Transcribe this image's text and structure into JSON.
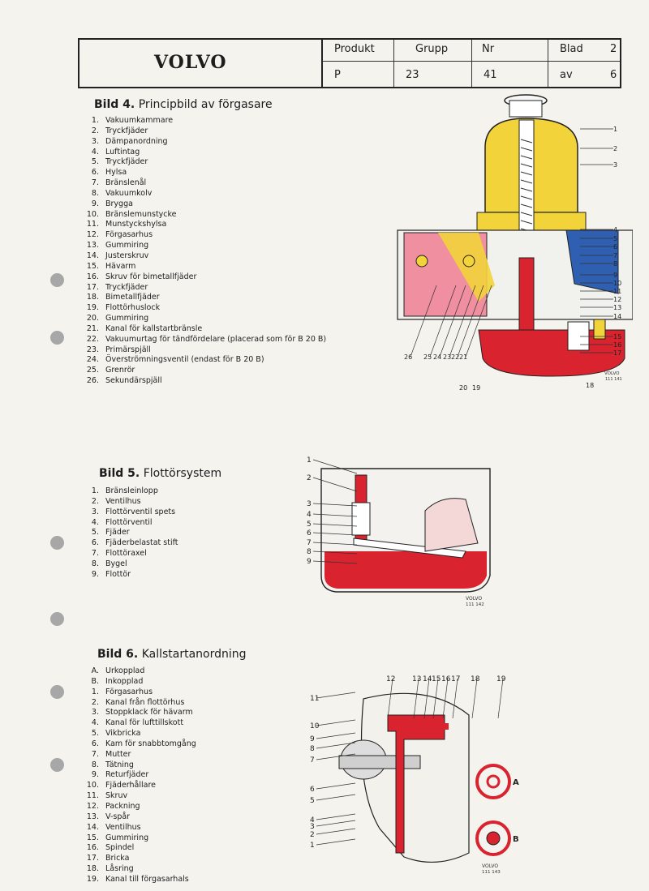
{
  "header": {
    "logo": "VOLVO",
    "produkt_label": "Produkt",
    "produkt_value": "P",
    "grupp_label": "Grupp",
    "grupp_value": "23",
    "nr_label": "Nr",
    "nr_value": "41",
    "blad_label": "Blad",
    "blad_value": "2",
    "av_label": "av",
    "av_value": "6"
  },
  "bild4": {
    "number": "Bild 4.",
    "title": "Principbild av förgasare",
    "items": [
      {
        "k": "1.",
        "t": "Vakuumkammare"
      },
      {
        "k": "2.",
        "t": "Tryckfjäder"
      },
      {
        "k": "3.",
        "t": "Dämpanordning"
      },
      {
        "k": "4.",
        "t": "Luftintag"
      },
      {
        "k": "5.",
        "t": "Tryckfjäder"
      },
      {
        "k": "6.",
        "t": "Hylsa"
      },
      {
        "k": "7.",
        "t": "Bränslenål"
      },
      {
        "k": "8.",
        "t": "Vakuumkolv"
      },
      {
        "k": "9.",
        "t": "Brygga"
      },
      {
        "k": "10.",
        "t": "Bränslemunstycke"
      },
      {
        "k": "11.",
        "t": "Munstyckshylsa"
      },
      {
        "k": "12.",
        "t": "Förgasarhus"
      },
      {
        "k": "13.",
        "t": "Gummiring"
      },
      {
        "k": "14.",
        "t": "Justerskruv"
      },
      {
        "k": "15.",
        "t": "Hävarm"
      },
      {
        "k": "16.",
        "t": "Skruv för bimetallfjäder"
      },
      {
        "k": "17.",
        "t": "Tryckfjäder"
      },
      {
        "k": "18.",
        "t": "Bimetallfjäder"
      },
      {
        "k": "19.",
        "t": "Flottörhuslock"
      },
      {
        "k": "20.",
        "t": "Gummiring"
      },
      {
        "k": "21.",
        "t": "Kanal för kallstartbränsle"
      },
      {
        "k": "22.",
        "t": "Vakuumurtag för tändfördelare (placerad som för B 20 B)"
      },
      {
        "k": "23.",
        "t": "Primärspjäll"
      },
      {
        "k": "24.",
        "t": "Överströmningsventil (endast för B 20 B)"
      },
      {
        "k": "25.",
        "t": "Grenrör"
      },
      {
        "k": "26.",
        "t": "Sekundärspjäll"
      }
    ],
    "diagram": {
      "right_labels": [
        "1",
        "2",
        "3",
        "4",
        "5",
        "6",
        "7",
        "8",
        "9",
        "10",
        "11",
        "12",
        "13",
        "14",
        "15",
        "16",
        "17"
      ],
      "bottom_labels": [
        "26",
        "25",
        "24",
        "23",
        "22",
        "21"
      ],
      "lower_labels": [
        "20",
        "19",
        "18"
      ],
      "stamp": "VOLVO",
      "stamp_no": "111 141"
    }
  },
  "bild5": {
    "number": "Bild 5.",
    "title": "Flottörsystem",
    "items": [
      {
        "k": "1.",
        "t": "Bränsleinlopp"
      },
      {
        "k": "2.",
        "t": "Ventilhus"
      },
      {
        "k": "3.",
        "t": "Flottörventil spets"
      },
      {
        "k": "4.",
        "t": "Flottörventil"
      },
      {
        "k": "5.",
        "t": "Fjäder"
      },
      {
        "k": "6.",
        "t": "Fjäderbelastat stift"
      },
      {
        "k": "7.",
        "t": "Flottöraxel"
      },
      {
        "k": "8.",
        "t": "Bygel"
      },
      {
        "k": "9.",
        "t": "Flottör"
      }
    ],
    "diagram": {
      "labels": [
        "1",
        "2",
        "3",
        "4",
        "5",
        "6",
        "7",
        "8",
        "9"
      ],
      "stamp": "VOLVO",
      "stamp_no": "111 142"
    }
  },
  "bild6": {
    "number": "Bild 6.",
    "title": "Kallstartanordning",
    "items": [
      {
        "k": "A.",
        "t": "Urkopplad"
      },
      {
        "k": "B.",
        "t": "Inkopplad"
      },
      {
        "k": "1.",
        "t": "Förgasarhus"
      },
      {
        "k": "2.",
        "t": "Kanal från flottörhus"
      },
      {
        "k": "3.",
        "t": "Stoppklack för hävarm"
      },
      {
        "k": "4.",
        "t": "Kanal för lufttillskott"
      },
      {
        "k": "5.",
        "t": "Vikbricka"
      },
      {
        "k": "6.",
        "t": "Kam för snabbtomgång"
      },
      {
        "k": "7.",
        "t": "Mutter"
      },
      {
        "k": "8.",
        "t": "Tätning"
      },
      {
        "k": "9.",
        "t": "Returfjäder"
      },
      {
        "k": "10.",
        "t": "Fjäderhållare"
      },
      {
        "k": "11.",
        "t": "Skruv"
      },
      {
        "k": "12.",
        "t": "Packning"
      },
      {
        "k": "13.",
        "t": "V-spår"
      },
      {
        "k": "14.",
        "t": "Ventilhus"
      },
      {
        "k": "15.",
        "t": "Gummiring"
      },
      {
        "k": "16.",
        "t": "Spindel"
      },
      {
        "k": "17.",
        "t": "Bricka"
      },
      {
        "k": "18.",
        "t": "Låsring"
      },
      {
        "k": "19.",
        "t": "Kanal till förgasarhals"
      }
    ],
    "diagram": {
      "top_labels": [
        "12",
        "13",
        "14",
        "15",
        "16",
        "17",
        "18",
        "19"
      ],
      "left_labels": [
        "11",
        "10",
        "9",
        "8",
        "7",
        "6",
        "5",
        "4",
        "3",
        "2",
        "1"
      ],
      "view_a": "A",
      "view_b": "B",
      "stamp": "VOLVO",
      "stamp_no": "111 143"
    }
  },
  "colors": {
    "red": "#d9232e",
    "yellow": "#f2d33a",
    "blue": "#2f5fb0",
    "pink": "#ef8fa0",
    "paper": "#f4f3ee"
  }
}
